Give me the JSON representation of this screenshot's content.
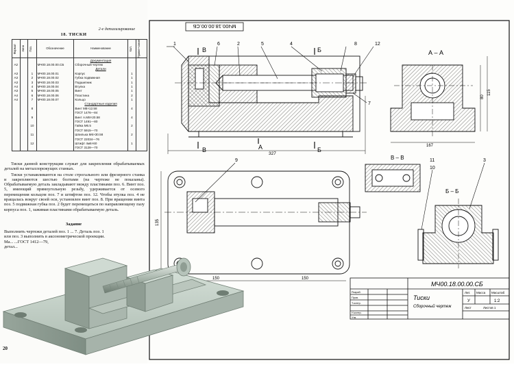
{
  "left_page": {
    "running_head": "2-е детализирование",
    "section_title": "18. ТИСКИ",
    "spec_headers": [
      "Формат",
      "Зона",
      "Поз.",
      "Обозначение",
      "Наименование",
      "Кол.",
      "Приме-чание"
    ],
    "rows": [
      {
        "fmt": "",
        "zone": "",
        "pos": "",
        "code": "",
        "name": "Документация",
        "qty": "",
        "note": "",
        "section": true
      },
      {
        "fmt": "А2",
        "zone": "",
        "pos": "",
        "code": "МЧ00.18.00.00.СБ",
        "name": "Сборочный чертеж",
        "qty": "",
        "note": ""
      },
      {
        "fmt": "",
        "zone": "",
        "pos": "",
        "code": "",
        "name": "Детали",
        "qty": "",
        "note": "",
        "section": true
      },
      {
        "fmt": "А3",
        "zone": "",
        "pos": "1",
        "code": "МЧ00.18.00.01",
        "name": "Корпус",
        "qty": "1",
        "note": ""
      },
      {
        "fmt": "А3",
        "zone": "",
        "pos": "2",
        "code": "МЧ00.18.00.02",
        "name": "Губка подвижная",
        "qty": "1",
        "note": ""
      },
      {
        "fmt": "А3",
        "zone": "",
        "pos": "3",
        "code": "МЧ00.18.00.03",
        "name": "Подшипник",
        "qty": "1",
        "note": ""
      },
      {
        "fmt": "А4",
        "zone": "",
        "pos": "4",
        "code": "МЧ00.18.00.04",
        "name": "Втулка",
        "qty": "1",
        "note": ""
      },
      {
        "fmt": "А3",
        "zone": "",
        "pos": "5",
        "code": "МЧ00.18.00.05",
        "name": "Винт",
        "qty": "1",
        "note": ""
      },
      {
        "fmt": "А4",
        "zone": "",
        "pos": "6",
        "code": "МЧ00.18.00.06",
        "name": "Пластина",
        "qty": "2",
        "note": ""
      },
      {
        "fmt": "А4",
        "zone": "",
        "pos": "7",
        "code": "МЧ00.18.00.07",
        "name": "Кольцо",
        "qty": "1",
        "note": ""
      },
      {
        "fmt": "",
        "zone": "",
        "pos": "",
        "code": "",
        "name": "Стандартные изделия",
        "qty": "",
        "note": "",
        "section": true
      },
      {
        "fmt": "",
        "zone": "",
        "pos": "8",
        "code": "",
        "name": "Винт М8×12.58",
        "qty": "4",
        "note": ""
      },
      {
        "fmt": "",
        "zone": "",
        "pos": "",
        "code": "",
        "name": "ГОСТ 1476—84",
        "qty": "",
        "note": ""
      },
      {
        "fmt": "",
        "zone": "",
        "pos": "9",
        "code": "",
        "name": "Винт А.М8×20.58",
        "qty": "4",
        "note": ""
      },
      {
        "fmt": "",
        "zone": "",
        "pos": "",
        "code": "",
        "name": "ГОСТ 1491—80",
        "qty": "",
        "note": ""
      },
      {
        "fmt": "",
        "zone": "",
        "pos": "10",
        "code": "",
        "name": "Гайка М6.5",
        "qty": "2",
        "note": ""
      },
      {
        "fmt": "",
        "zone": "",
        "pos": "",
        "code": "",
        "name": "ГОСТ 5915—70",
        "qty": "",
        "note": ""
      },
      {
        "fmt": "",
        "zone": "",
        "pos": "11",
        "code": "",
        "name": "Шпилька М6×30.58",
        "qty": "2",
        "note": ""
      },
      {
        "fmt": "",
        "zone": "",
        "pos": "",
        "code": "",
        "name": "ГОСТ 22034—76",
        "qty": "",
        "note": ""
      },
      {
        "fmt": "",
        "zone": "",
        "pos": "12",
        "code": "",
        "name": "Штифт 4м6×60",
        "qty": "1",
        "note": ""
      },
      {
        "fmt": "",
        "zone": "",
        "pos": "",
        "code": "",
        "name": "ГОСТ 3128—70",
        "qty": "",
        "note": ""
      }
    ],
    "body_paragraphs": [
      "Тиски данной конструкции служат для закрепления обрабатываемых деталей на металлорежущих станках.",
      "Тиски устанавливаются на столе строгального или фрезерного станка и закрепляются шестью болтами (на чертеже не показаны). Обрабатываемую деталь закладывают между пластинами поз. 6. Винт поз. 5, имеющий прямоугольную резьбу, удерживается от осевого перемещения кольцом поз. 7 и штифтом поз. 12. Чтобы втулка поз. 4 не вращалась вокруг своей оси, установлен винт поз. 8. При вращении винта поз. 5 подвижная губка поз. 2 будет перемещаться по направляющему пазу корпуса поз. 1, зажимая пластинами обрабатываемую деталь."
    ],
    "task_title": "Задание",
    "task_lines": [
      "Выполнить чертежи деталей поз. 1 ... 7. Деталь поз. 1",
      "или поз. 3 выполнить в аксонометрической проекции.",
      "Ма...                          ...ГОСТ 1412—79,",
      "детал..."
    ],
    "page_number": "20"
  },
  "sheet": {
    "stamp_code": "МЧ00.18.00.00.СБ",
    "section_labels": {
      "aa": "А – А",
      "vv": "В – В",
      "bb": "Б – Б",
      "a": "А",
      "b": "Б",
      "v": "В"
    },
    "callouts": [
      "1",
      "6",
      "2",
      "5",
      "4",
      "8",
      "12",
      "7",
      "9",
      "11",
      "10",
      "3"
    ],
    "dimensions": {
      "length": "327",
      "width_front": "167",
      "height": "80",
      "side_height": "115",
      "plan_a": "150",
      "plan_b": "150",
      "plan_height": "135"
    },
    "title_block": {
      "code": "МЧ00.18.00.00.СБ",
      "name": "Тиски",
      "subtitle": "Сборочный чертеж",
      "lit_label": "Лит.",
      "mass_label": "Масса",
      "scale_label": "Масштаб",
      "lit_value": "У",
      "scale_value": "1:2",
      "sheet_label": "Лист",
      "sheets_label": "Листов 1",
      "rows": [
        "Изм.",
        "Лист",
        "№ докум.",
        "Подп.",
        "Дата"
      ],
      "roles": [
        "Разраб.",
        "Пров.",
        "Т.контр.",
        "",
        "Н.контр.",
        "Утв."
      ]
    }
  },
  "colors": {
    "paper": "#fdfdfb",
    "ink": "#111111",
    "render_body": "#b9c6bd",
    "render_shadow": "#8e9c92"
  }
}
